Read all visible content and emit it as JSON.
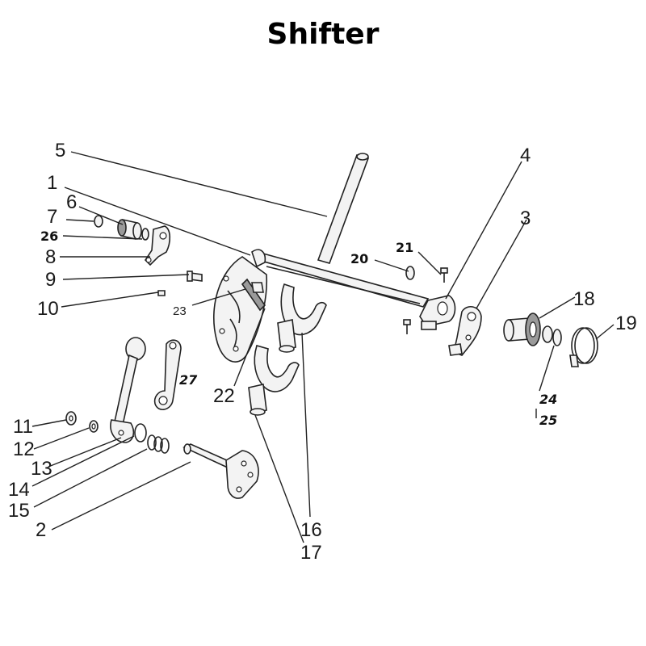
{
  "title": "Shifter",
  "labels": {
    "p1": "1",
    "p2": "2",
    "p3": "3",
    "p4": "4",
    "p5": "5",
    "p6": "6",
    "p7": "7",
    "p8": "8",
    "p9": "9",
    "p10": "10",
    "p11": "11",
    "p12": "12",
    "p13": "13",
    "p14": "14",
    "p15": "15",
    "p16": "16",
    "p17": "17",
    "p18": "18",
    "p19": "19",
    "p20": "20",
    "p21": "21",
    "p22": "22",
    "p23": "23",
    "p24": "24",
    "p25": "25",
    "p26": "26",
    "p27": "27"
  }
}
